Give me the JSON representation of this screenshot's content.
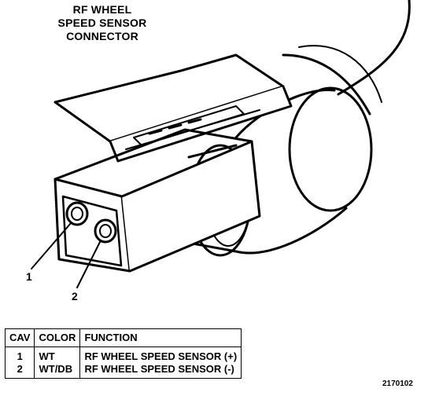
{
  "title": {
    "line1": "RF WHEEL",
    "line2": "SPEED SENSOR",
    "line3": "CONNECTOR"
  },
  "callouts": [
    "1",
    "2"
  ],
  "table": {
    "headers": [
      "CAV",
      "COLOR",
      "FUNCTION"
    ],
    "rows": [
      {
        "cav": "1",
        "color": "WT",
        "function": "RF WHEEL SPEED SENSOR (+)"
      },
      {
        "cav": "2",
        "color": "WT/DB",
        "function": "RF WHEEL SPEED SENSOR (-)"
      }
    ]
  },
  "reference": "2170102"
}
